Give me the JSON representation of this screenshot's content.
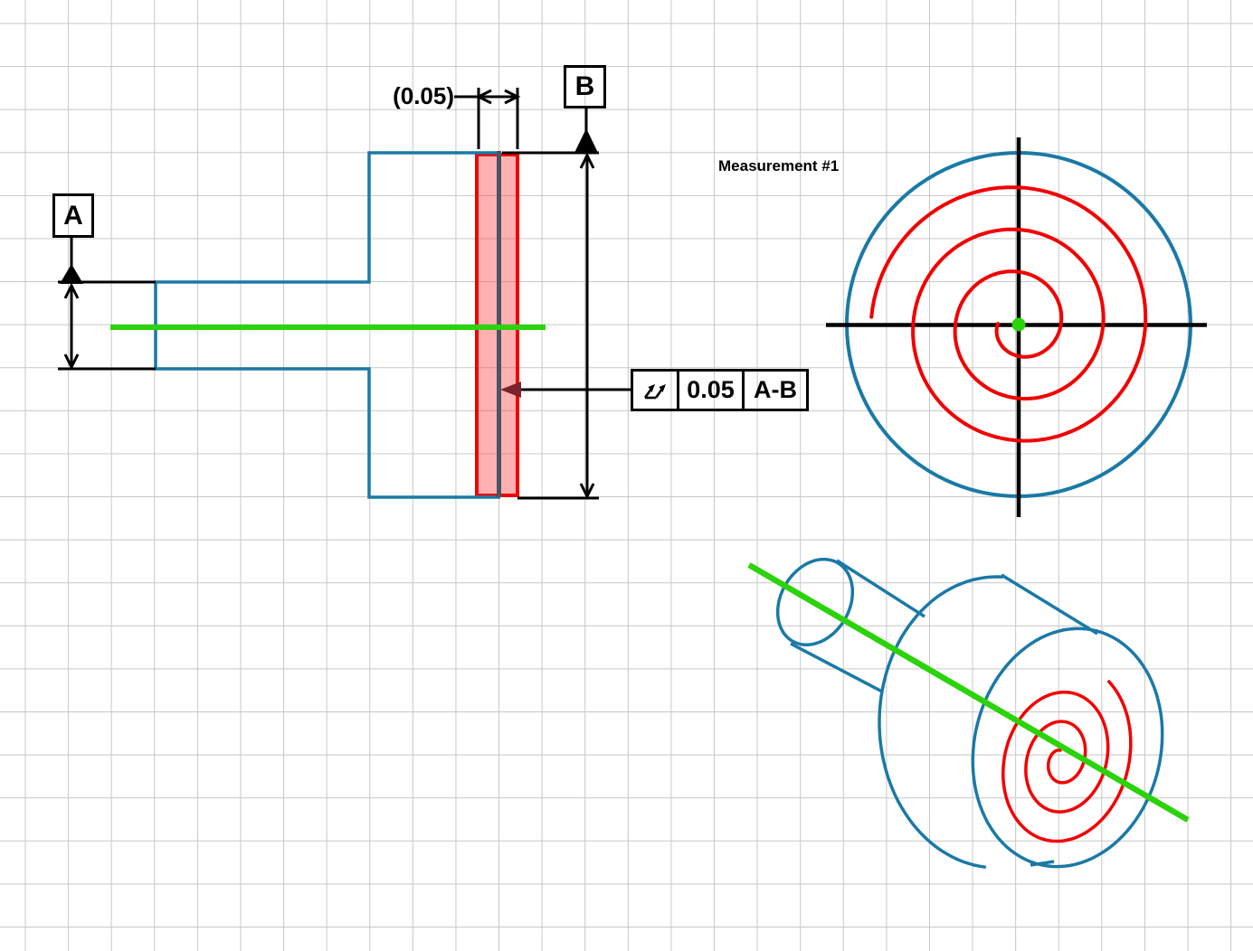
{
  "drawing": {
    "note": "Measurement #1",
    "datums": {
      "a": "A",
      "b": "B"
    },
    "dimension": {
      "value": "(0.05)"
    },
    "fcf": {
      "symbol": "total-runout",
      "tolerance": "0.05",
      "datum_refs": "A-B"
    },
    "icons": {
      "fcf_symbol": "total-runout-icon",
      "datum_marker": "datum-triangle-icon"
    },
    "colors": {
      "part_outline": "#1a79a7",
      "tolerance_zone_border": "#f20000",
      "tolerance_zone_fill": "rgba(255,50,50,0.38)",
      "measured_face": "#4a5468",
      "axis_line": "#2bd30a",
      "leader_arrowhead": "#7b222c",
      "annotation": "#000000",
      "grid": "#c7c7c7"
    }
  }
}
